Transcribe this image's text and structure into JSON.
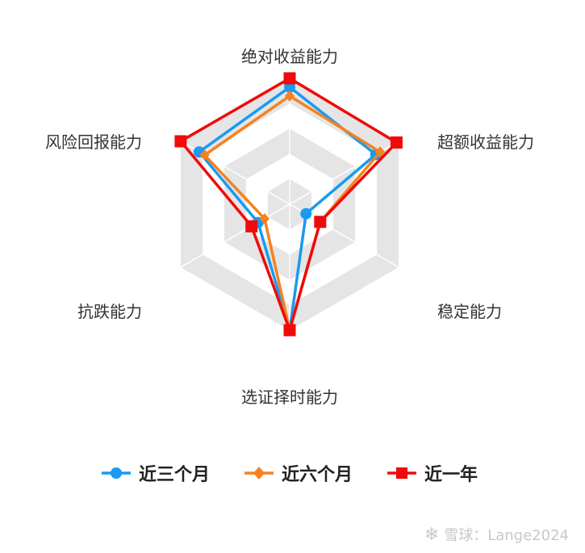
{
  "chart_data": {
    "type": "radar",
    "max": 100,
    "indicators": [
      "绝对收益能力",
      "超额收益能力",
      "稳定能力",
      "选证择时能力",
      "抗跌能力",
      "风险回报能力"
    ],
    "series": [
      {
        "name": "近三个月",
        "color": "#1a9af0",
        "marker": "circle",
        "values": [
          93,
          79,
          15,
          100,
          29,
          83
        ]
      },
      {
        "name": "近六个月",
        "color": "#f5821f",
        "marker": "diamond",
        "values": [
          86,
          83,
          28,
          100,
          23,
          78
        ]
      },
      {
        "name": "近一年",
        "color": "#f00a0a",
        "marker": "square",
        "values": [
          100,
          98,
          28,
          100,
          35,
          100
        ]
      }
    ],
    "legend_position": "bottom"
  },
  "watermark": {
    "icon": "snowball-icon",
    "text": "雪球：Lange2024"
  }
}
